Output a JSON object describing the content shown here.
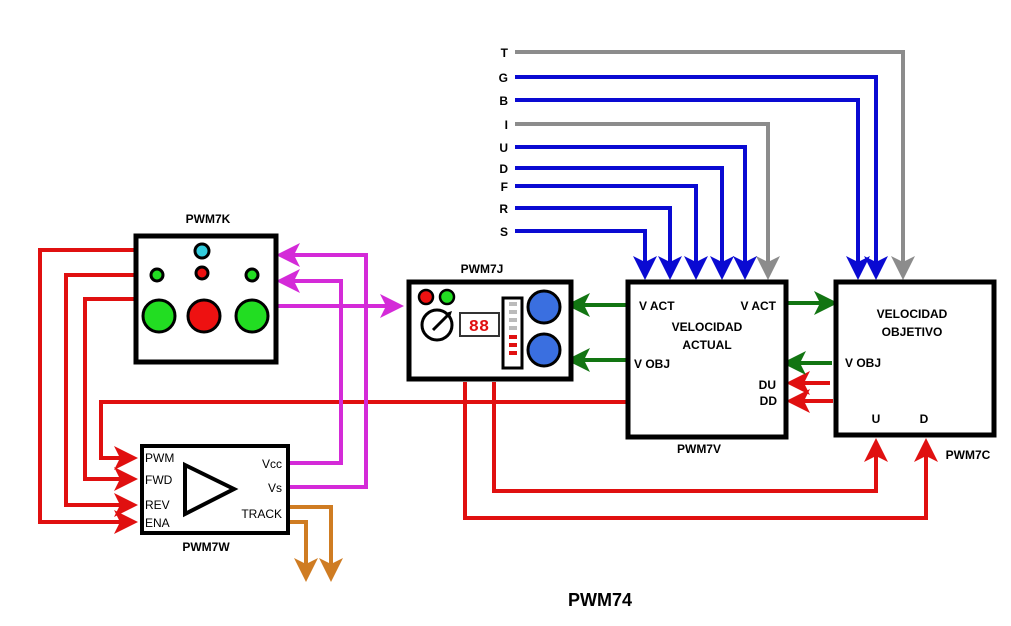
{
  "title": "PWM74",
  "colors": {
    "blue": "#0a0ad2",
    "gray": "#8c8c8c",
    "green": "#127512",
    "red": "#e01010",
    "magenta": "#d42ad8",
    "orange": "#cf7c22",
    "led_green": "#22dd22",
    "led_red": "#ee1111",
    "led_cyan": "#33ccdd",
    "knob_blue": "#3a6fe0"
  },
  "bus_signals": [
    {
      "name": "T",
      "color": "gray",
      "target": "PWM7C"
    },
    {
      "name": "G",
      "color": "blue",
      "target": "PWM7C"
    },
    {
      "name": "B",
      "color": "blue",
      "target": "PWM7C"
    },
    {
      "name": "I",
      "color": "gray",
      "target": "PWM7V"
    },
    {
      "name": "U",
      "color": "blue",
      "target": "PWM7V"
    },
    {
      "name": "D",
      "color": "blue",
      "target": "PWM7V"
    },
    {
      "name": "F",
      "color": "blue",
      "target": "PWM7V"
    },
    {
      "name": "R",
      "color": "blue",
      "target": "PWM7V"
    },
    {
      "name": "S",
      "color": "blue",
      "target": "PWM7V"
    }
  ],
  "blocks": {
    "pwm7k": {
      "label": "PWM7K"
    },
    "pwm7j": {
      "label": "PWM7J",
      "display": "88"
    },
    "pwm7v": {
      "label": "PWM7V",
      "title_line1": "VELOCIDAD",
      "title_line2": "ACTUAL",
      "port_vact_left": "V ACT",
      "port_vact_right": "V ACT",
      "port_vobj": "V OBJ",
      "port_du": "DU",
      "port_dd": "DD"
    },
    "pwm7c": {
      "label": "PWM7C",
      "title_line1": "VELOCIDAD",
      "title_line2": "OBJETIVO",
      "port_vobj": "V OBJ",
      "port_u": "U",
      "port_d": "D"
    },
    "pwm7w": {
      "label": "PWM7W",
      "port_pwm": "PWM",
      "port_fwd": "FWD",
      "port_rev": "REV",
      "port_ena": "ENA",
      "port_vcc": "Vcc",
      "port_vs": "Vs",
      "port_track": "TRACK"
    }
  }
}
